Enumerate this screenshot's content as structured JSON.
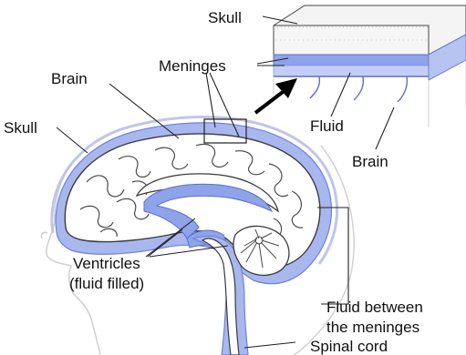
{
  "labels": {
    "skull_top": "Skull",
    "meninges": "Meninges",
    "brain_left": "Brain",
    "skull_left": "Skull",
    "fluid": "Fluid",
    "brain_right": "Brain",
    "ventricles_line1": "Ventricles",
    "ventricles_line2": "(fluid filled)",
    "fluid_between_line1": "Fluid between",
    "fluid_between_line2": "the meninges",
    "spinal_cord": "Spinal cord"
  },
  "colors": {
    "fluid_blue": "#a9b7ef",
    "fluid_edge": "#6f82d8",
    "ventricle_blue": "#8fa3ea",
    "tissue": "#ffffff",
    "outline": "#3b3b3b",
    "head_outline": "#c9c9c9",
    "skull_block": "#f3f3f3",
    "arrow": "#000000"
  }
}
